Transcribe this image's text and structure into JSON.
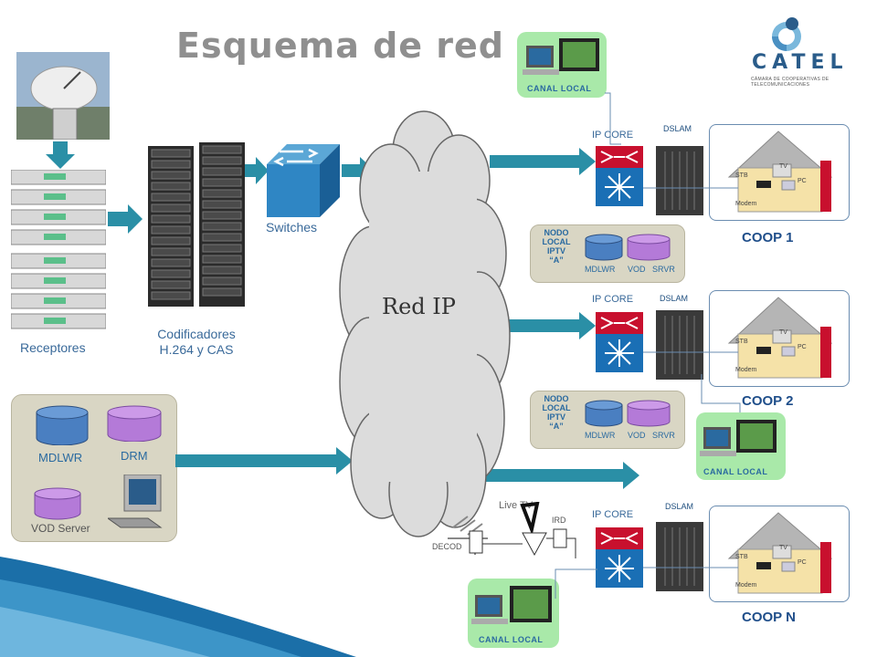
{
  "title": "Esquema de red",
  "logo": {
    "name": "CATEL",
    "subtitle": "CÁMARA DE COOPERATIVAS DE TELECOMUNICACIONES"
  },
  "cloud_label": "Red IP",
  "headend": {
    "receptores": "Receptores",
    "codificadores_line1": "Codificadores",
    "codificadores_line2": "H.264 y CAS",
    "switches": "Switches"
  },
  "servers": {
    "mdlwr": "MDLWR",
    "drm": "DRM",
    "vod_server": "VOD Server"
  },
  "sites": [
    {
      "ip_core": "IP CORE",
      "dslam": "DSLAM",
      "coop": "COOP 1",
      "canal_local": "CANAL LOCAL"
    },
    {
      "ip_core": "IP CORE",
      "dslam": "DSLAM",
      "coop": "COOP 2",
      "canal_local": "CANAL LOCAL"
    },
    {
      "ip_core": "IP CORE",
      "dslam": "DSLAM",
      "coop": "COOP N",
      "canal_local": "CANAL LOCAL"
    }
  ],
  "nodo": {
    "line1": "NODO",
    "line2": "LOCAL",
    "line3": "IPTV",
    "line4": "“A”",
    "mdlwr": "MDLWR",
    "vod": "VOD",
    "srvr": "SRVR"
  },
  "house": {
    "tv": "TV",
    "stb": "STB",
    "pc": "PC",
    "modem": "Modem"
  },
  "live": {
    "live_tv": "Live TV",
    "ird": "IRD",
    "decod": "DECOD"
  },
  "colors": {
    "accent": "#1f4e8a",
    "arrow": "#2a8fa6",
    "cloud": "#dcdcdc",
    "router_red": "#c8102e",
    "router_blue": "#1a6fb5"
  }
}
